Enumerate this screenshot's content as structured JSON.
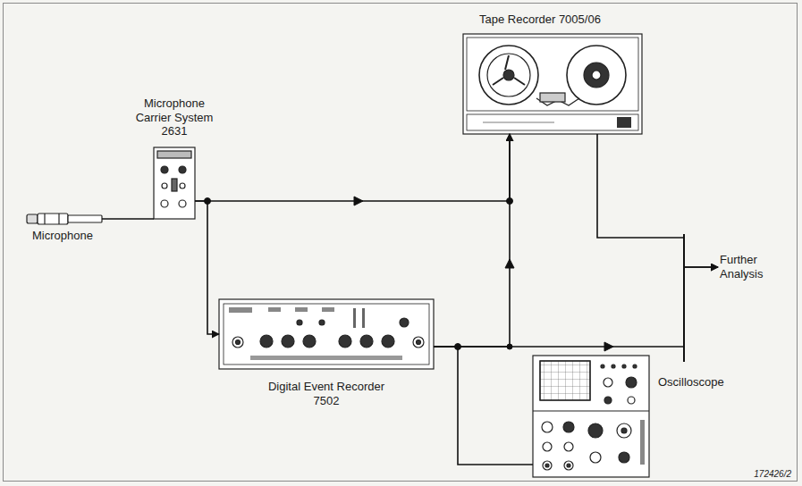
{
  "diagram": {
    "nodes": [
      {
        "text": [
          "Microphone"
        ]
      },
      {
        "text": [
          "Microphone Carrier System 2631"
        ]
      },
      {
        "text": [
          "Digital Event Recorder 7502"
        ]
      },
      {
        "text": [
          "Tape Recorder 7005/06"
        ]
      },
      {
        "text": [
          "Oscilloscope"
        ]
      },
      {
        "text": [
          "Further Analysis"
        ]
      }
    ],
    "edges": [
      {
        "from": 0,
        "to": 1,
        "arrow": "none"
      },
      {
        "from": 1,
        "to": 3,
        "arrow": "to"
      },
      {
        "from": 1,
        "to": 2,
        "arrow": "to"
      },
      {
        "from": 2,
        "to": 3,
        "arrow": "to"
      },
      {
        "from": 2,
        "to": 4,
        "arrow": "none"
      },
      {
        "from": 2,
        "to": 5,
        "arrow": "to"
      },
      {
        "from": 3,
        "to": 5,
        "arrow": "to"
      }
    ],
    "labels": [
      "172426/2"
    ]
  }
}
